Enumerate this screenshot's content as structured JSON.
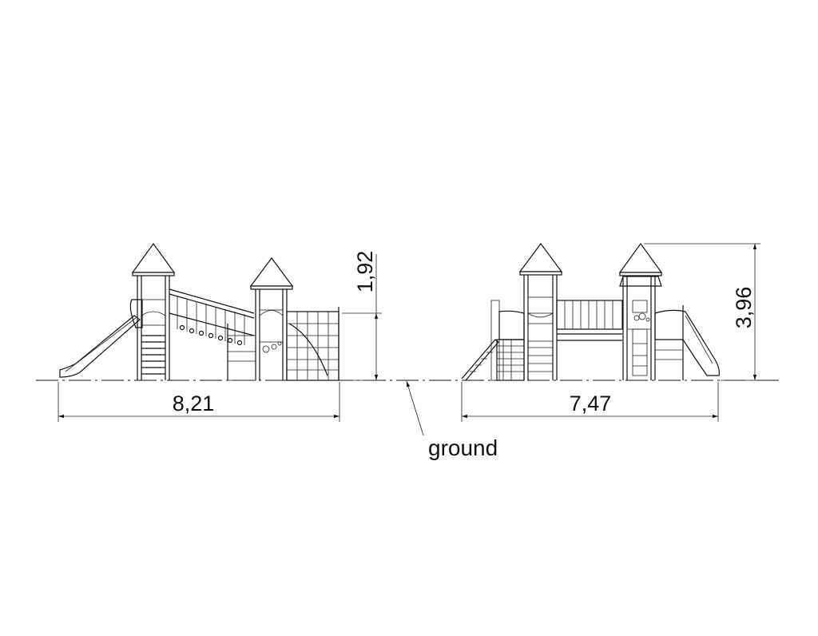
{
  "drawing": {
    "left_view": {
      "width_label": "8,21",
      "height_label": "1,92"
    },
    "right_view": {
      "width_label": "7,47",
      "height_label": "3,96"
    },
    "ground_label": "ground"
  }
}
